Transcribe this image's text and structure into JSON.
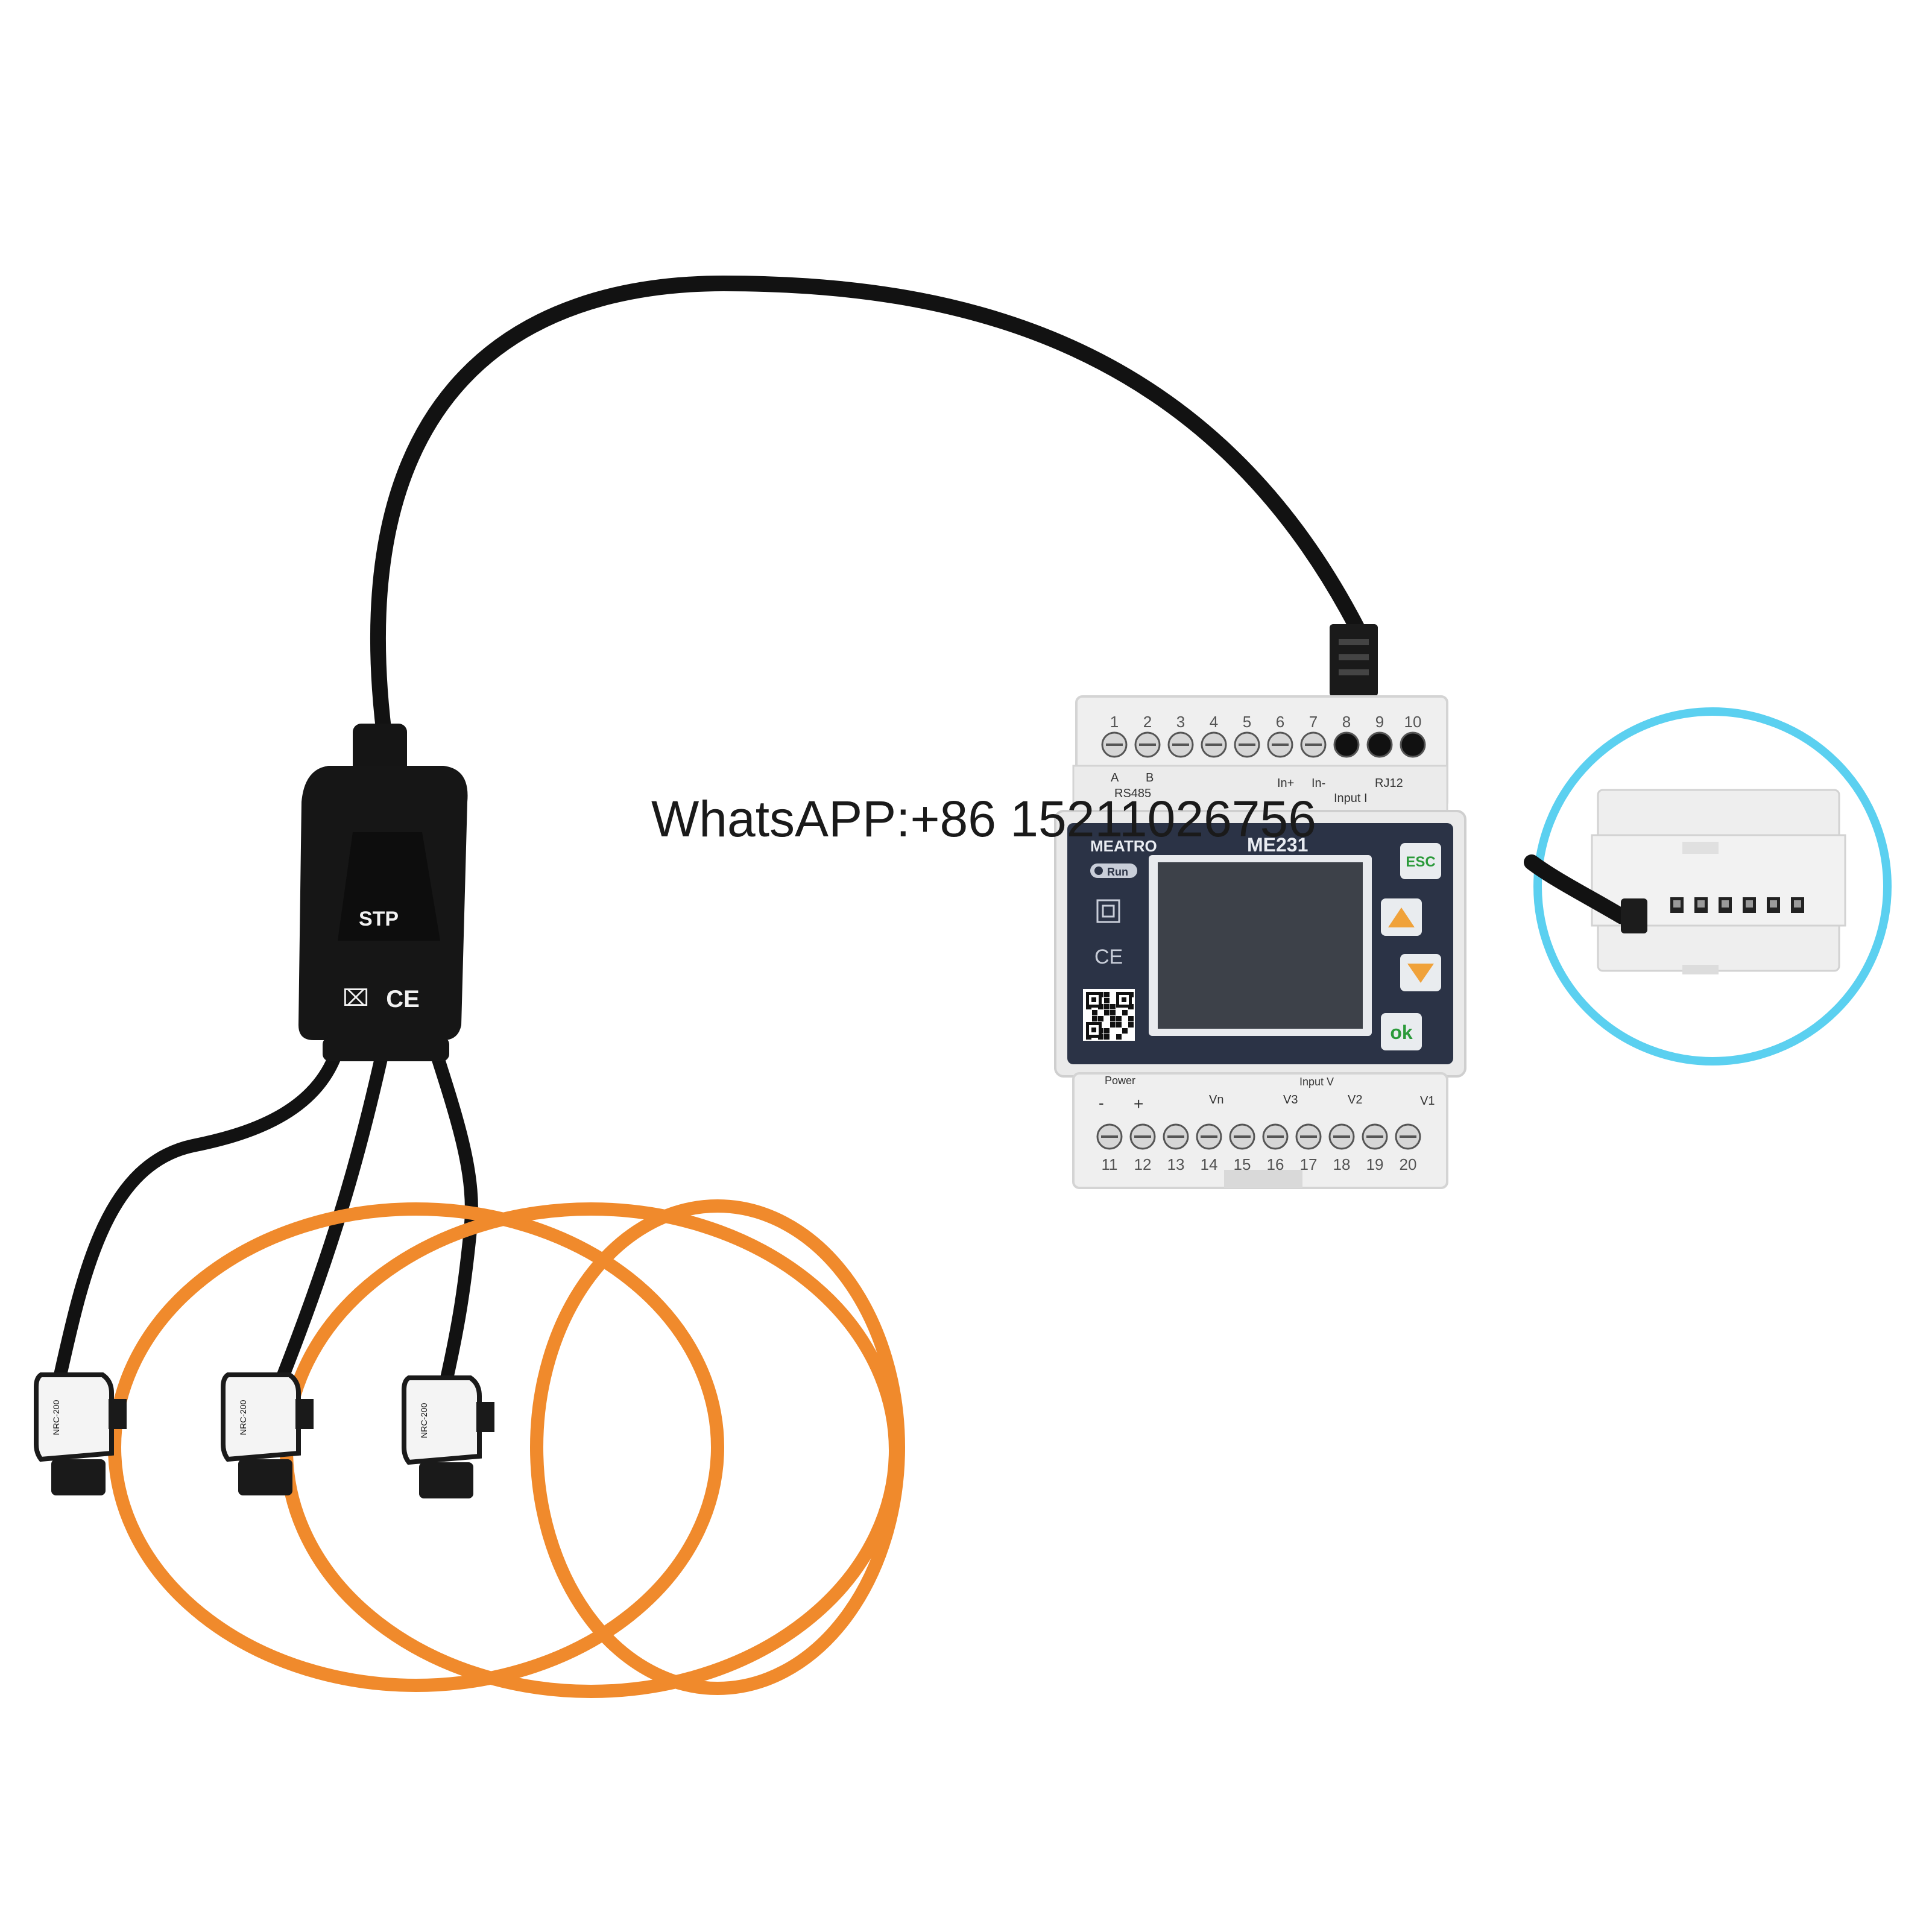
{
  "watermark": "WhatsAPP:+86 15211026756",
  "splitter": {
    "label": "STP",
    "ce": "CE"
  },
  "meter": {
    "model": "ME231",
    "brand": "MEATRO",
    "run_label": "Run",
    "ce": "CE",
    "top_terminals": [
      "1",
      "2",
      "3",
      "4",
      "5",
      "6",
      "7",
      "8",
      "9",
      "10"
    ],
    "top_labels": {
      "a": "A",
      "b": "B",
      "rs485": "RS485",
      "in_plus": "In+",
      "in_minus": "In-",
      "input_i": "Input I",
      "rj12": "RJ12"
    },
    "bottom_labels": {
      "minus": "-",
      "plus": "+",
      "power": "Power",
      "vn": "Vn",
      "v3": "V3",
      "v2": "V2",
      "v1": "V1",
      "input_v": "Input V"
    },
    "bottom_terminals": [
      "11",
      "12",
      "13",
      "14",
      "15",
      "16",
      "17",
      "18",
      "19",
      "20"
    ],
    "buttons": {
      "esc": "ESC",
      "ok": "ok"
    }
  },
  "sensors": [
    {
      "label": "NRC-200"
    },
    {
      "label": "NRC-200"
    },
    {
      "label": "NRC-200"
    }
  ],
  "colors": {
    "coil_orange": "#f08a2c",
    "cable_black": "#121212",
    "esc_green": "#2a9a3a",
    "arrow_orange": "#f0a23a",
    "inset_ring": "#5bd0f0",
    "panel_navy": "#2b3346"
  }
}
